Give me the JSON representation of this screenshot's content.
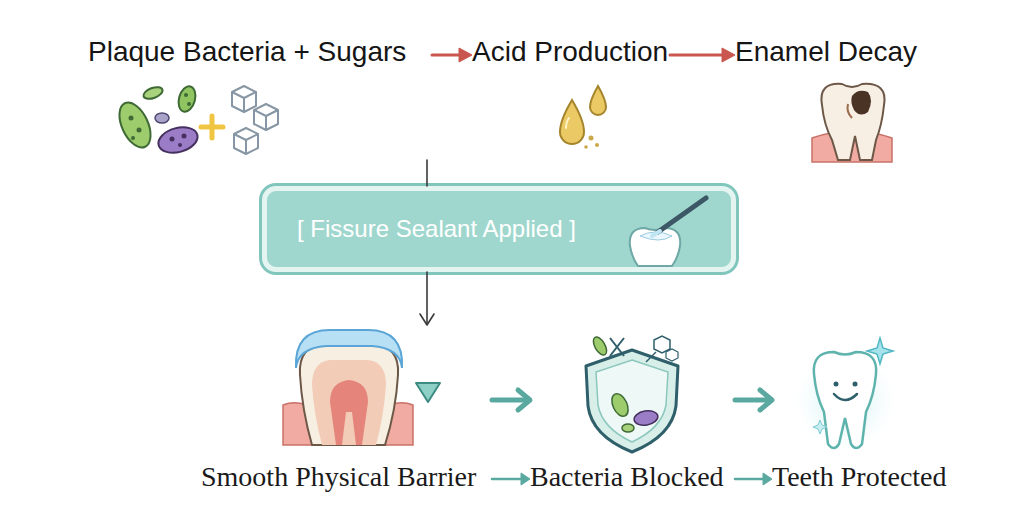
{
  "diagram": {
    "nodes": [
      {
        "text": [
          "Plaque Bacteria + Sugars"
        ]
      },
      {
        "text": [
          "Acid Production"
        ]
      },
      {
        "text": [
          "Enamel Decay"
        ]
      },
      {
        "text": [
          "[ Fissure Sealant Applied ]"
        ]
      },
      {
        "text": [
          "Smooth Physical Barrier"
        ]
      },
      {
        "text": [
          "Bacteria Blocked"
        ]
      },
      {
        "text": [
          "Teeth Protected"
        ]
      }
    ],
    "edges": [
      {
        "from": 0,
        "to": 1,
        "arrow": "to"
      },
      {
        "from": 1,
        "to": 2,
        "arrow": "to"
      },
      {
        "from": 0,
        "to": 3,
        "arrow": "none"
      },
      {
        "from": 3,
        "to": 4,
        "arrow": "to"
      },
      {
        "from": 4,
        "to": 5,
        "arrow": "to"
      },
      {
        "from": 5,
        "to": 6,
        "arrow": "to"
      },
      {
        "from": 4,
        "to": 5,
        "arrow": "to"
      },
      {
        "from": 5,
        "to": 6,
        "arrow": "to"
      }
    ]
  }
}
